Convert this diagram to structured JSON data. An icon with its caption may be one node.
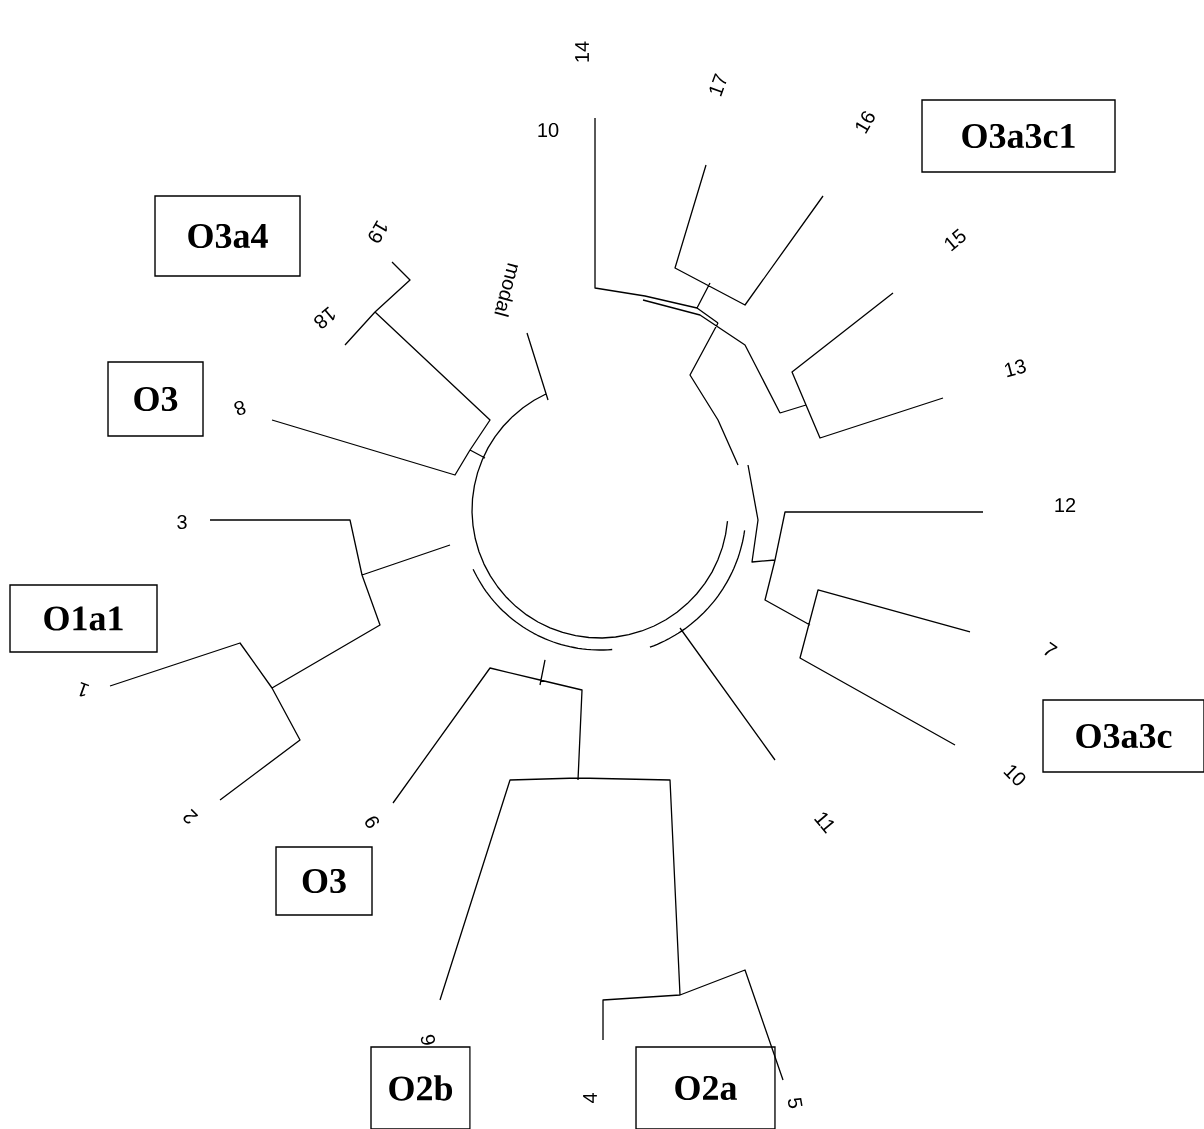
{
  "diagram": {
    "nodes": [
      {
        "text": [
          "O3a3c1"
        ]
      },
      {
        "text": [
          "O3a4"
        ]
      },
      {
        "text": [
          "O3"
        ]
      },
      {
        "text": [
          "O1a1"
        ]
      },
      {
        "text": [
          "O3a3c"
        ]
      },
      {
        "text": [
          "O3"
        ]
      },
      {
        "text": [
          "O2b"
        ]
      },
      {
        "text": [
          "O2a"
        ]
      }
    ],
    "labels": [
      "14",
      "17",
      "16",
      "10",
      "19",
      "modal",
      "15",
      "18",
      "13",
      "8",
      "12",
      "3",
      "1",
      "7",
      "10",
      "9",
      "11",
      "2",
      "6",
      "4",
      "5"
    ]
  }
}
